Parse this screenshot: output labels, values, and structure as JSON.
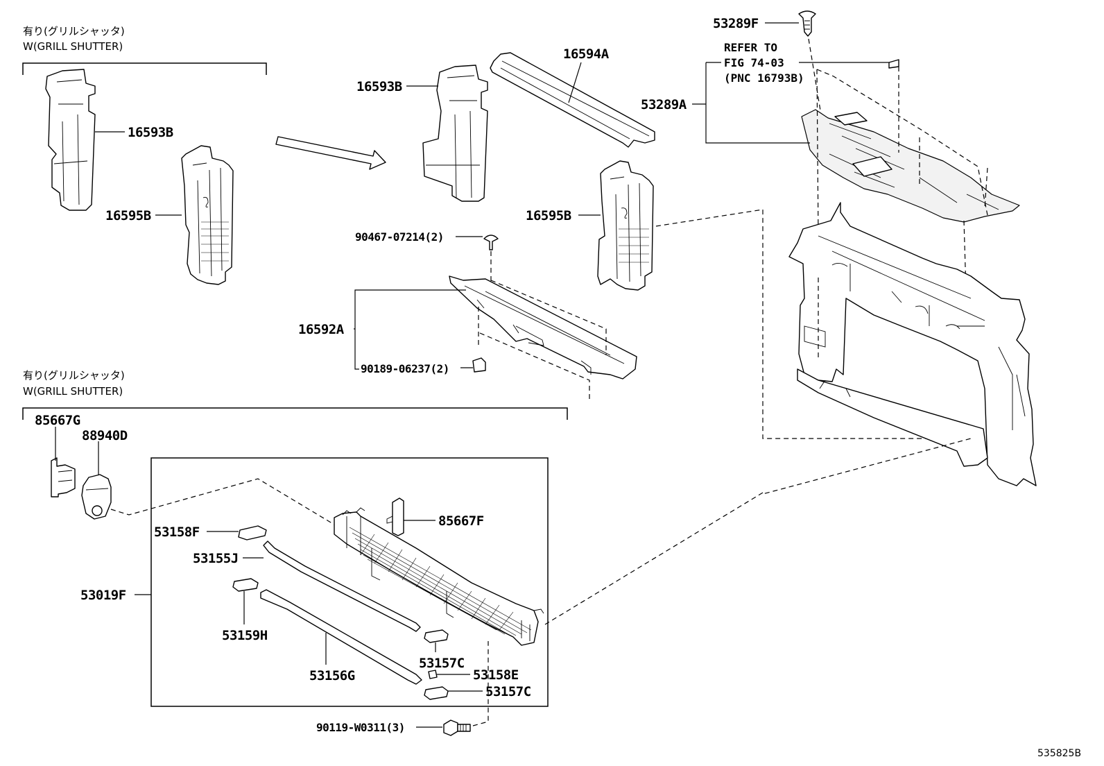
{
  "notes": {
    "top_jp": "有り(グリルシャッタ)",
    "top_en": "W(GRILL SHUTTER)",
    "bottom_jp": "有り(グリルシャッタ)",
    "bottom_en": "W(GRILL SHUTTER)"
  },
  "refer": {
    "line1": "REFER TO",
    "line2": "FIG 74-03",
    "line3": "(PNC 16793B)"
  },
  "labels": {
    "p53289F": "53289F",
    "p16594A": "16594A",
    "p16593B_mid": "16593B",
    "p53289A": "53289A",
    "p16593B_left": "16593B",
    "p16595B_left": "16595B",
    "p16595B_mid": "16595B",
    "p90467": "90467-07214(2)",
    "p16592A": "16592A",
    "p90189": "90189-06237(2)",
    "p85667G": "85667G",
    "p88940D": "88940D",
    "p53158F": "53158F",
    "p85667F": "85667F",
    "p53155J": "53155J",
    "p53019F": "53019F",
    "p53159H": "53159H",
    "p53157C_a": "53157C",
    "p53156G": "53156G",
    "p53158E": "53158E",
    "p53157C_b": "53157C",
    "p90119": "90119-W0311(3)"
  },
  "figure_id": "535825B"
}
